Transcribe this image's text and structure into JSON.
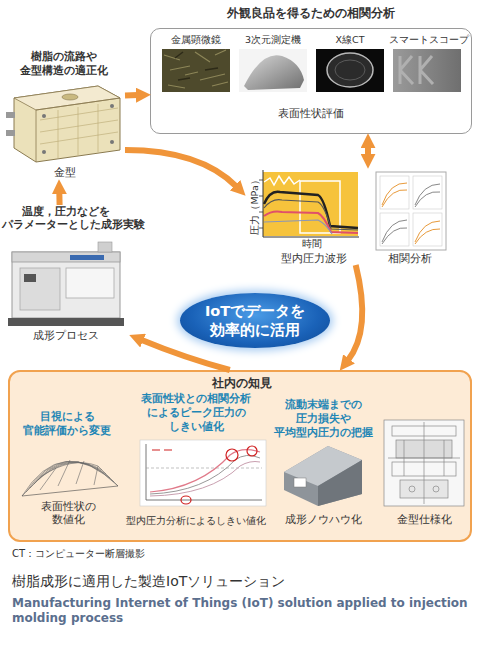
{
  "diagram": {
    "caption": "樹脂成形に適用した製造IoTソリューション",
    "nodes": [
      {
        "text": [
          "外観良品を得るための相関分析",
          "表面性状評価"
        ]
      },
      {
        "text": [
          "金属顕微鏡"
        ],
        "in": 0
      },
      {
        "text": [
          "3次元測定機"
        ],
        "in": 0
      },
      {
        "text": [
          "X線CT"
        ],
        "in": 0
      },
      {
        "text": [
          "スマートスコープ"
        ],
        "in": 0
      },
      {
        "text": [
          "樹脂の流路や 金型構造の適正化",
          "金型"
        ]
      },
      {
        "text": [
          "型内圧力波形"
        ]
      },
      {
        "text": [
          "相関分析"
        ]
      },
      {
        "text": [
          "温度，圧力などを パラメーターとした成形実験",
          "成形プロセス"
        ]
      },
      {
        "text": [
          "IoTでデータを 効率的に活用"
        ]
      },
      {
        "text": [
          "社内の知見"
        ]
      },
      {
        "text": [
          "目視による 官能評価から変更",
          "表面性状の 数値化"
        ],
        "in": 10
      },
      {
        "text": [
          "表面性状との相関分析 によるピーク圧力の しきい値化",
          "型内圧力分析によるしきい値化"
        ],
        "in": 10
      },
      {
        "text": [
          "流動末端までの 圧力損失や 平均型内圧力の把握",
          "成形ノウハウ化"
        ],
        "in": 10
      },
      {
        "text": [
          "金型仕様化"
        ],
        "in": 10
      }
    ],
    "edges": [
      {
        "from": 5,
        "to": 0,
        "arrow": "to"
      },
      {
        "from": 0,
        "to": 6,
        "arrow": "both"
      },
      {
        "from": 5,
        "to": 6,
        "arrow": "to"
      },
      {
        "from": 6,
        "to": 10,
        "arrow": "to"
      },
      {
        "from": 10,
        "to": 8,
        "arrow": "to"
      },
      {
        "from": 8,
        "to": 5,
        "arrow": "to"
      }
    ],
    "labels": [
      "圧力（MPa）",
      "時間",
      "CT：コンピューター断層撮影",
      "Manufacturing Internet of Things (IoT) solution applied to injection molding process"
    ]
  }
}
